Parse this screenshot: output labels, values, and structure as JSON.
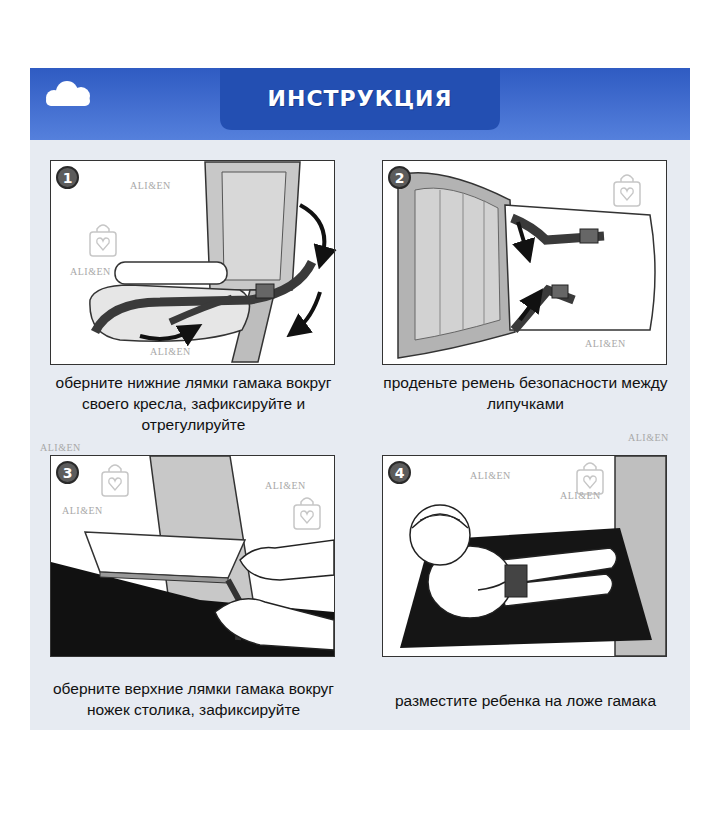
{
  "diagram": {
    "title": "ИНСТРУКЦИЯ",
    "nodes": [
      {
        "text": [
          "оберните нижние лямки гамака вокруг своего кресла, зафиксируйте и отрегулируйте"
        ]
      },
      {
        "text": [
          "1"
        ],
        "in": 0
      },
      {
        "text": [
          "проденьте ремень безопасности между липучками"
        ]
      },
      {
        "text": [
          "2"
        ],
        "in": 2
      },
      {
        "text": [
          "оберните верхние лямки гамака вокруг ножек столика, зафиксируйте"
        ]
      },
      {
        "text": [
          "3"
        ],
        "in": 4
      },
      {
        "text": [
          "разместите ребенка на ложе гамака"
        ]
      },
      {
        "text": [
          "4"
        ],
        "in": 6
      }
    ],
    "labels": [
      "ALI&EN",
      "ALI&EN",
      "ALI&EN",
      "ALI&EN",
      "ALI&EN",
      "ALI&EN",
      "ALI&EN",
      "ALI&EN",
      "ALI&EN",
      "ALI&EN"
    ]
  }
}
